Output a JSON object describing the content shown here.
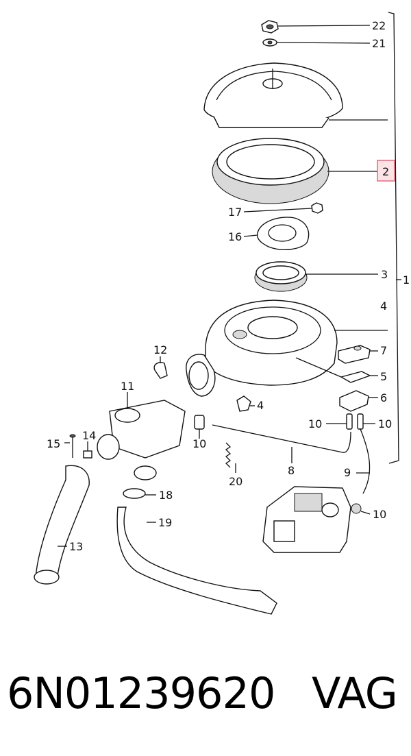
{
  "diagram": {
    "callouts": {
      "c1": "1",
      "c2": "2",
      "c3": "3",
      "c4a": "4",
      "c4b": "4",
      "c5": "5",
      "c6": "6",
      "c7": "7",
      "c8": "8",
      "c9": "9",
      "c10a": "10",
      "c10b": "10",
      "c10c": "10",
      "c10d": "10",
      "c11": "11",
      "c12": "12",
      "c13": "13",
      "c14": "14",
      "c15": "15",
      "c16": "16",
      "c17": "17",
      "c18": "18",
      "c19": "19",
      "c20": "20",
      "c21": "21",
      "c22": "22"
    },
    "highlighted_callout": "2",
    "highlight_color": "#e0566b"
  },
  "footer": {
    "part_number": "6N01239620",
    "brand": "VAG"
  }
}
